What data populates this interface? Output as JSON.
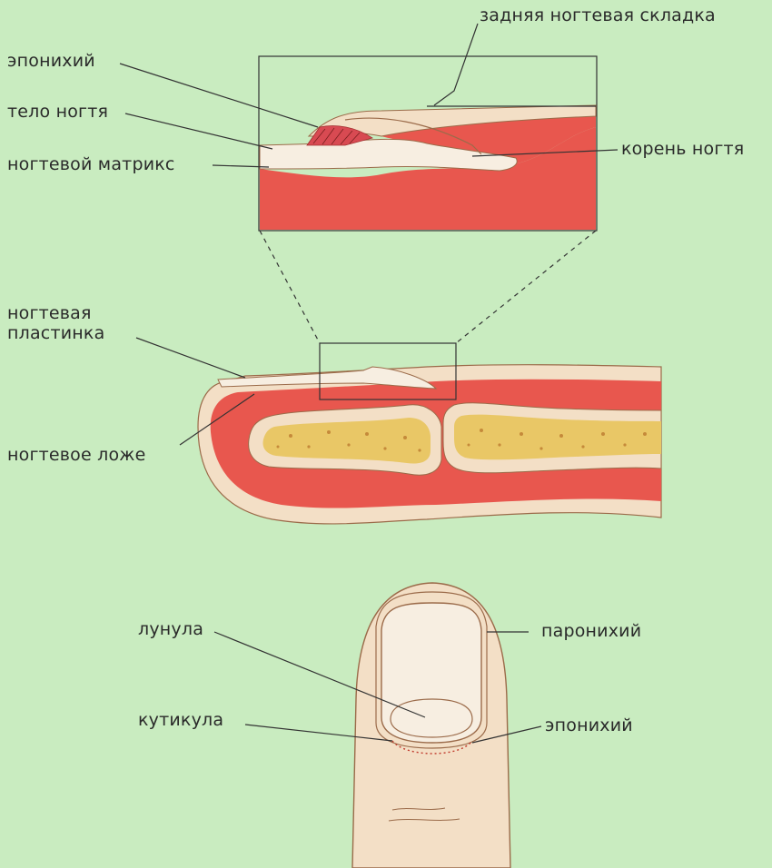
{
  "labels": {
    "posterior_nail_fold": "задняя ногтевая складка",
    "eponychium_top": "эпонихий",
    "nail_body": "тело ногтя",
    "nail_matrix": "ногтевой матрикс",
    "nail_root": "корень ногтя",
    "nail_plate_line1": "ногтевая",
    "nail_plate_line2": "пластинка",
    "nail_bed": "ногтевое ложе",
    "lunula": "лунула",
    "paronychium": "паронихий",
    "cuticle": "кутикула",
    "eponychium_bottom": "эпонихий"
  },
  "colors": {
    "background": "#c9ecc0",
    "tissue": "#e8574e",
    "skin": "#f3dfc6",
    "bone_marrow": "#e9c766",
    "nail": "#f7eee1",
    "lines": "#333333"
  }
}
